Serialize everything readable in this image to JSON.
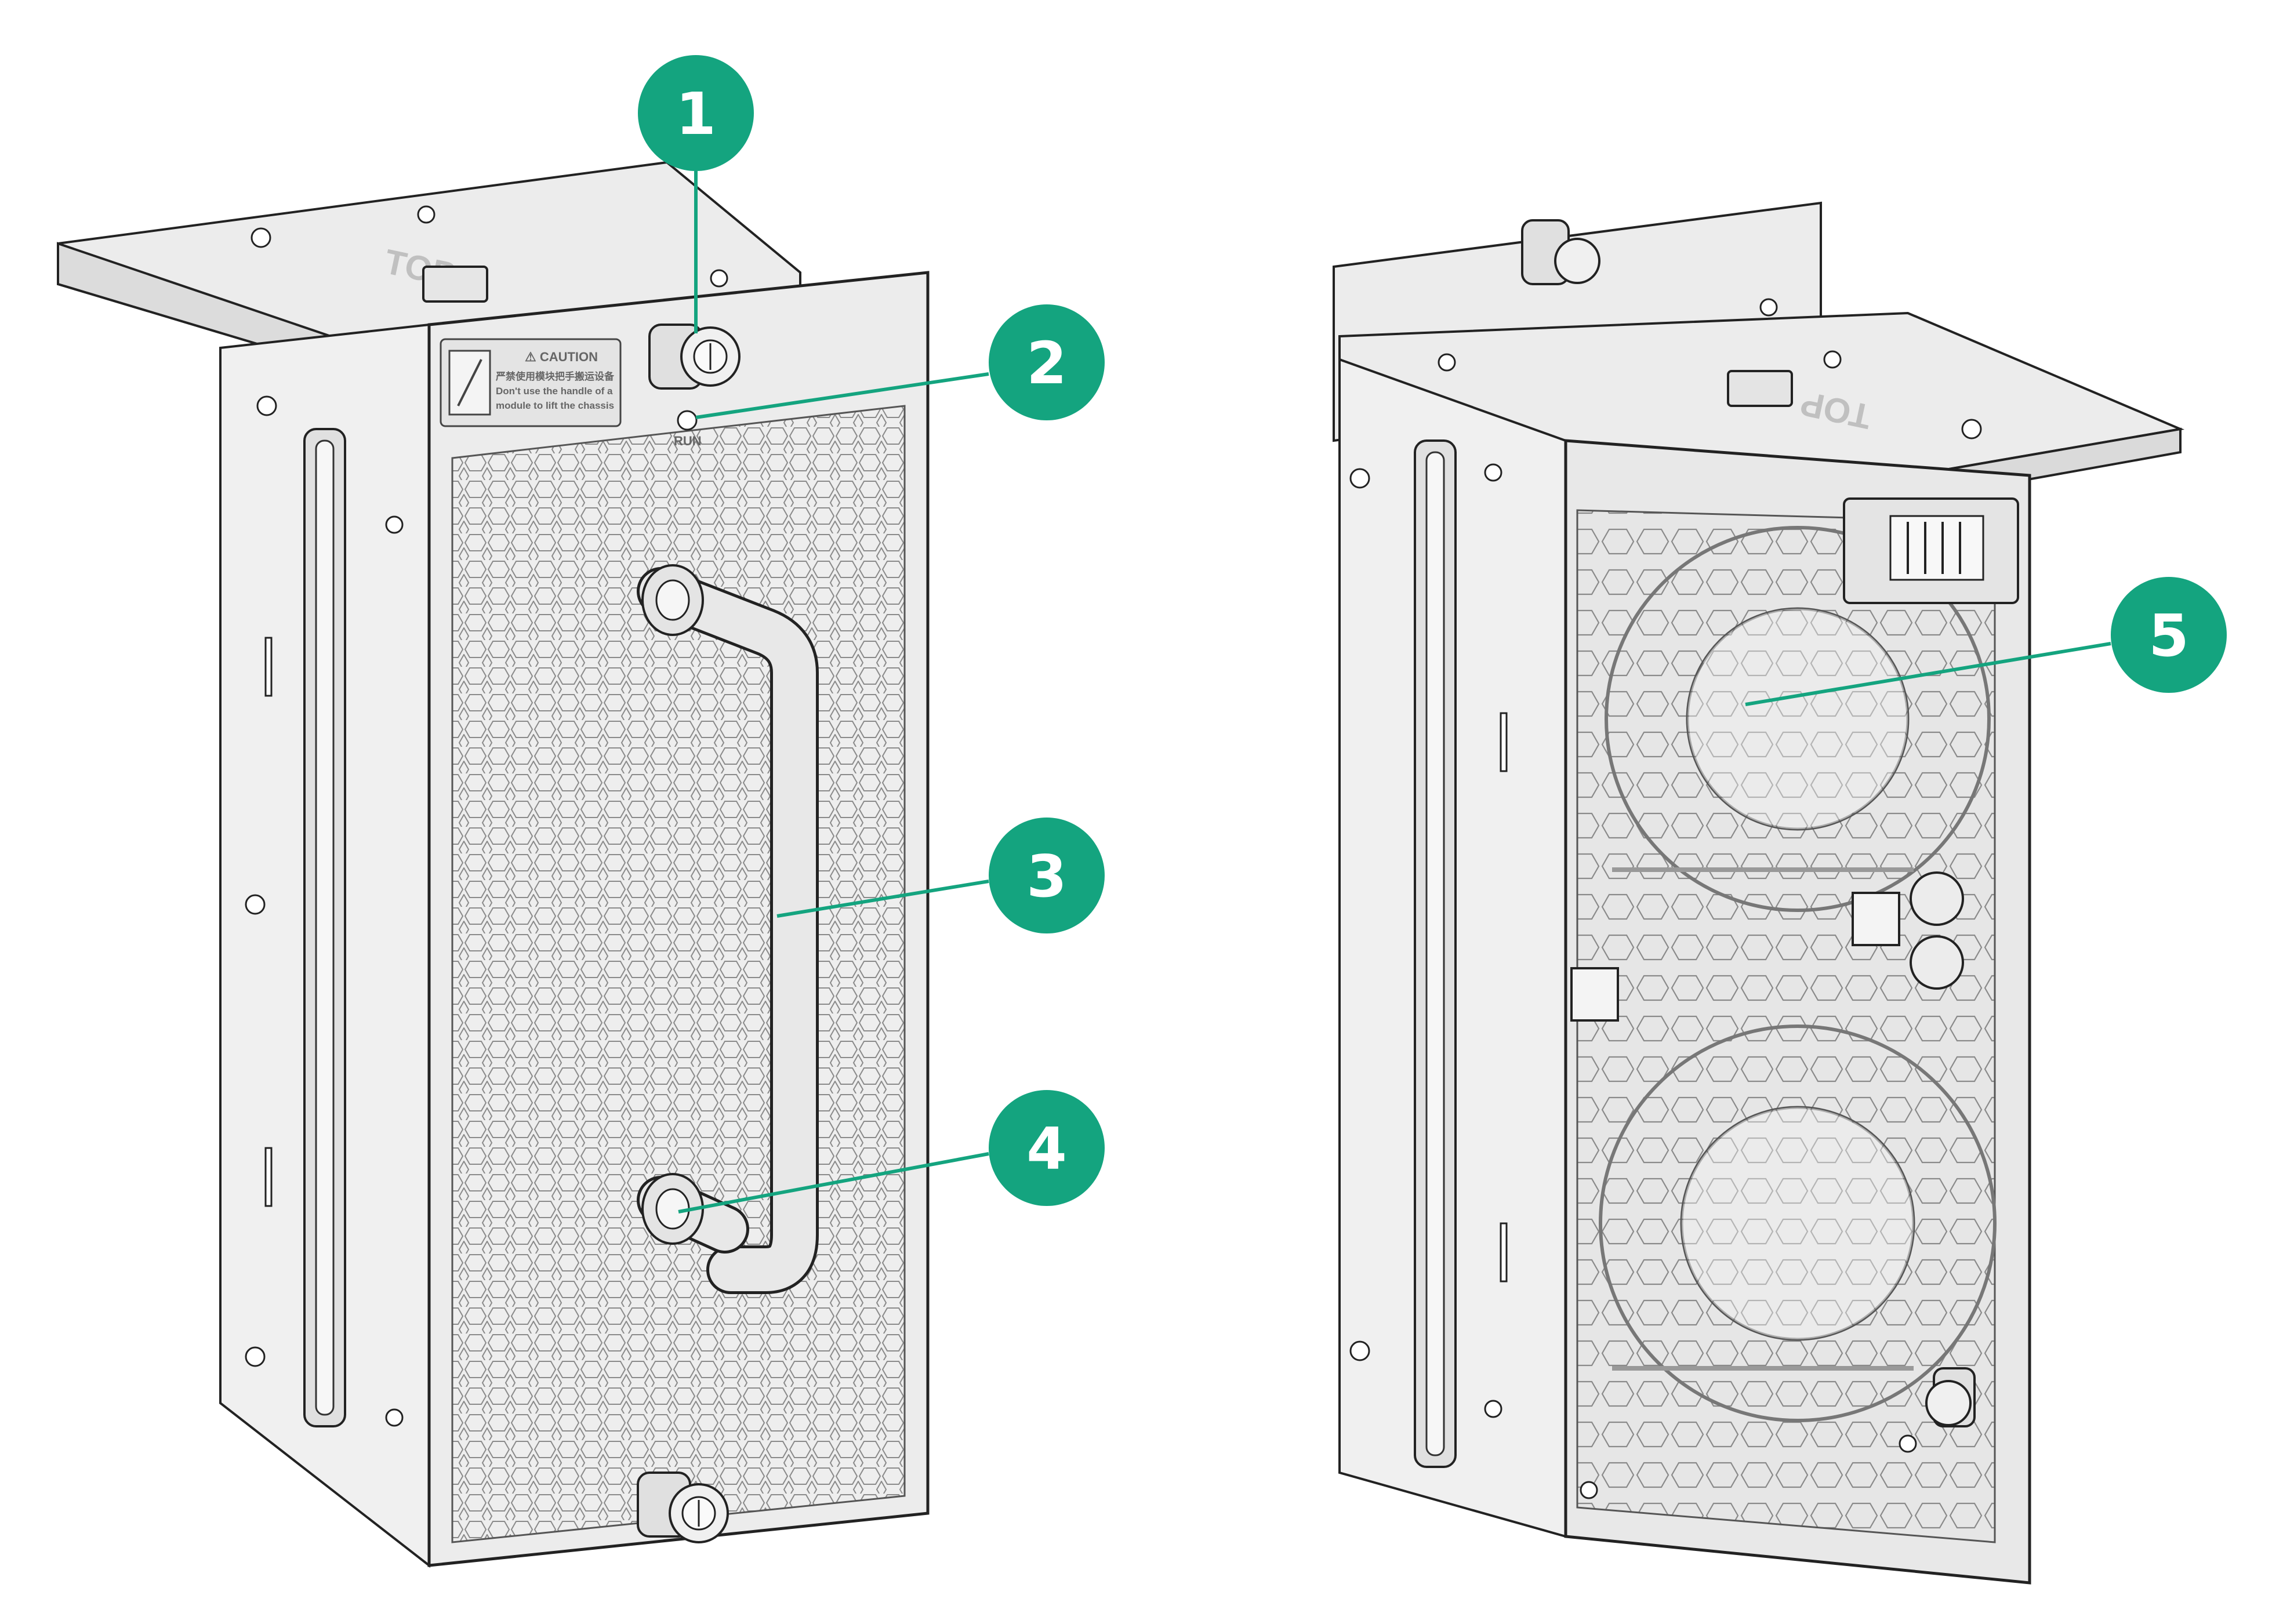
{
  "figure": {
    "left_module": {
      "top_marking": "TOP",
      "caution_label": {
        "title": "⚠ CAUTION",
        "line_cn": "严禁使用模块把手搬运设备",
        "line_en_1": "Don't use the handle of a",
        "line_en_2": "module to lift the chassis"
      },
      "led_label": "RUN"
    },
    "right_module": {
      "top_marking": "TOP"
    },
    "callouts": [
      {
        "number": "1"
      },
      {
        "number": "2"
      },
      {
        "number": "3"
      },
      {
        "number": "4"
      },
      {
        "number": "5"
      }
    ]
  },
  "colors": {
    "callout_fill": "#14a47f",
    "line": "#222222",
    "metal": "#ececec",
    "metal_dark": "#d6d6d6"
  }
}
